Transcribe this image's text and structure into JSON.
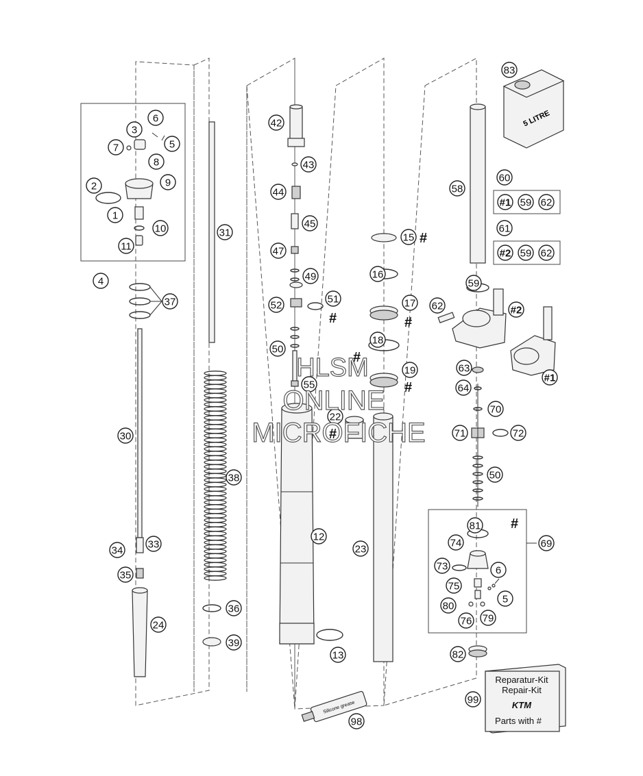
{
  "callouts": [
    "83",
    "6",
    "3",
    "7",
    "5",
    "8",
    "2",
    "9",
    "1",
    "10",
    "11",
    "4",
    "37",
    "31",
    "42",
    "43",
    "44",
    "45",
    "47",
    "49",
    "52",
    "51",
    "50",
    "55",
    "15",
    "16",
    "17",
    "18",
    "19",
    "22",
    "58",
    "60",
    "61",
    "59",
    "62",
    "63",
    "64",
    "70",
    "71",
    "72",
    "50",
    "69",
    "81",
    "74",
    "73",
    "6",
    "75",
    "5",
    "80",
    "76",
    "79",
    "82",
    "99",
    "30",
    "38",
    "12",
    "23",
    "33",
    "34",
    "35",
    "24",
    "36",
    "39",
    "13",
    "98"
  ],
  "kit_60": {
    "label": "60",
    "items": [
      "#1",
      "59",
      "62"
    ]
  },
  "kit_61": {
    "label": "61",
    "items": [
      "#2",
      "59",
      "62"
    ]
  },
  "clamp_labels": [
    "#2",
    "#1"
  ],
  "hash_symbol": "#",
  "oil_can_label": "5 LITRE",
  "repair_kit": {
    "line1": "Reparatur-Kit",
    "line2": "Repair-Kit",
    "brand": "KTM",
    "line3": "Parts with #"
  },
  "grease_tube_label": "Silicone grease",
  "watermark": {
    "line1": "HLSM",
    "line2": "ONLINE",
    "line3": "MICROFICHE"
  }
}
